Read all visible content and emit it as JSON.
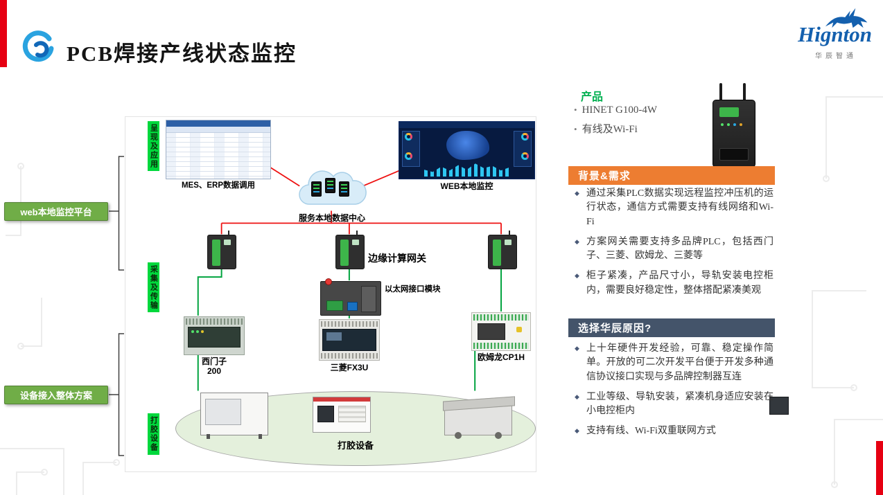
{
  "colors": {
    "accent_red": "#e60012",
    "tag_green": "#00d83c",
    "button_green": "#70ad47",
    "header_orange": "#ed7d31",
    "header_blue": "#44546a",
    "brand_blue": "#1460ae",
    "wire_red": "#ee1111",
    "wire_green": "#00a33e",
    "product_green": "#00b050"
  },
  "glyphs": {
    "diamond": "◆",
    "dot": "•"
  },
  "header": {
    "title": "PCB焊接产线状态监控",
    "brand": "Hignton",
    "brand_sub": "华辰智通"
  },
  "diagram": {
    "tags": [
      "呈现及应用",
      "采集及传输",
      "打胶设备"
    ],
    "buttons": [
      "web本地监控平台",
      "设备接入整体方案"
    ],
    "captions": {
      "mes": "MES、ERP数据调用",
      "web": "WEB本地监控",
      "cloud": "服务本地数据中心",
      "gateway": "边缘计算网关",
      "ethernet": "以太网接口模块",
      "plc1_line1": "西门子",
      "plc1_line2": "200",
      "plc2": "三菱FX3U",
      "plc3": "欧姆龙CP1H",
      "machines": "打胶设备"
    }
  },
  "panel": {
    "product_title": "产品",
    "product_items": [
      "HINET G100-4W",
      "有线及Wi-Fi"
    ],
    "background": {
      "header": "背景&需求",
      "items": [
        "通过采集PLC数据实现远程监控冲压机的运行状态，通信方式需要支持有线网络和Wi-Fi",
        "方案网关需要支持多品牌PLC，包括西门子、三菱、欧姆龙、三菱等",
        "柜子紧凑，产品尺寸小，导轨安装电控柜内，需要良好稳定性，整体搭配紧凑美观"
      ]
    },
    "reasons": {
      "header": "选择华辰原因?",
      "items": [
        "上十年硬件开发经验，可靠、稳定操作简单。开放的可二次开发平台便于开发多种通信协议接口实现与多品牌控制器互连",
        "工业等级、导轨安装，紧凑机身适应安装在小电控柜内",
        "支持有线、Wi-Fi双重联网方式"
      ]
    }
  }
}
